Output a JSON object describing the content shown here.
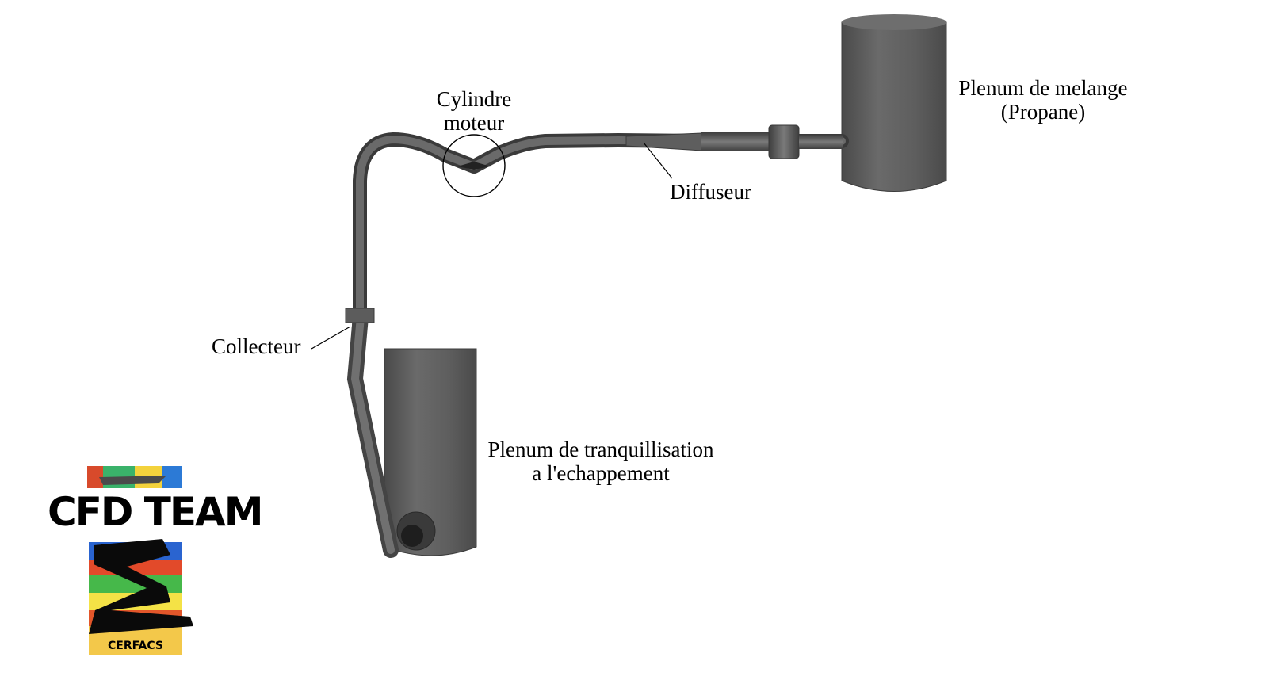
{
  "labels": {
    "cylinder_line1": "Cylindre",
    "cylinder_line2": "moteur",
    "plenum_mix_line1": "Plenum de melange",
    "plenum_mix_line2": "(Propane)",
    "diffuser": "Diffuseur",
    "collector": "Collecteur",
    "plenum_exhaust_line1": "Plenum de tranquillisation",
    "plenum_exhaust_line2": "a l'echappement"
  },
  "logo": {
    "title": "CFD TEAM",
    "subtitle": "CERFACS"
  },
  "colors": {
    "pipe": "#5a5a5a",
    "pipe_dark": "#3e3e3e",
    "pipe_light": "#8a8a8a",
    "tank": "#5c5c5c"
  }
}
